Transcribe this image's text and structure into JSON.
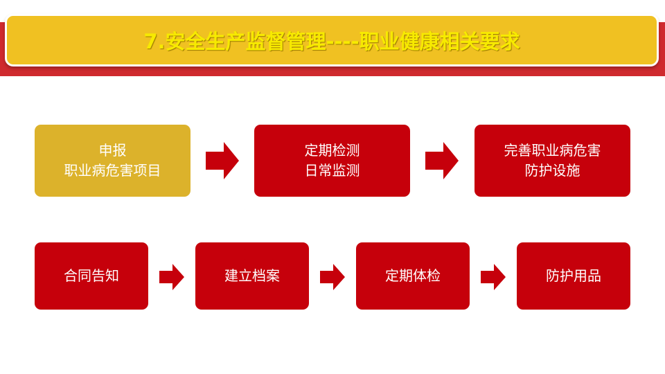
{
  "header": {
    "title": "7.安全生产监督管理----职业健康相关要求"
  },
  "row1": [
    {
      "line1": "申报",
      "line2": "职业病危害项目"
    },
    {
      "line1": "定期检测",
      "line2": "日常监测"
    },
    {
      "line1": "完善职业病危害",
      "line2": "防护设施"
    }
  ],
  "row2": [
    {
      "label": "合同告知"
    },
    {
      "label": "建立档案"
    },
    {
      "label": "定期体检"
    },
    {
      "label": "防护用品"
    }
  ],
  "colors": {
    "band": "#cf2a2e",
    "title_bg": "#f0c122",
    "gold_box": "#dcb22b",
    "red_box": "#c6000b",
    "arrow": "#c6000b"
  }
}
